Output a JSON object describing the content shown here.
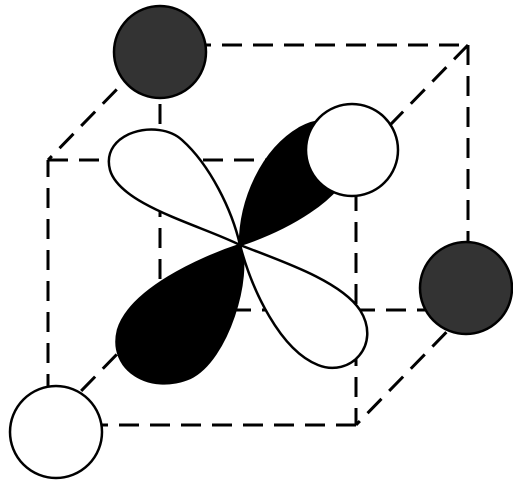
{
  "diagram": {
    "colors": {
      "background": "#ffffff",
      "line": "#000000",
      "positive_phase": "#ffffff",
      "negative_phase": "#000000",
      "dark_atom": "#333333",
      "light_atom": "#ffffff"
    },
    "atoms": [
      {
        "id": "top-back-left",
        "shade": "dark"
      },
      {
        "id": "top-back-right",
        "shade": "light"
      },
      {
        "id": "bottom-back-right",
        "shade": "dark"
      },
      {
        "id": "bottom-front-left",
        "shade": "light"
      }
    ],
    "orbital_lobes": [
      {
        "id": "upper-left",
        "phase": "light"
      },
      {
        "id": "upper-right",
        "phase": "dark"
      },
      {
        "id": "lower-left",
        "phase": "dark"
      },
      {
        "id": "lower-right",
        "phase": "light"
      }
    ]
  }
}
